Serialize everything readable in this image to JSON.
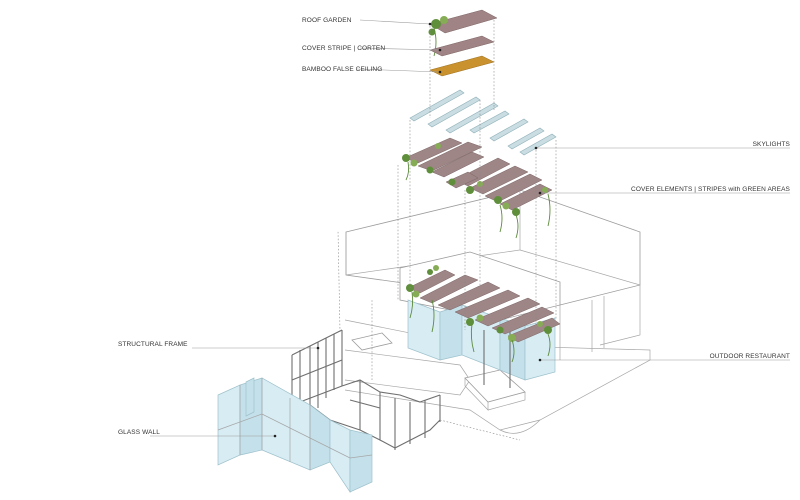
{
  "labels": {
    "roof_garden": "ROOF GARDEN",
    "cover_stripe": "COVER STRIPE | CORTEN",
    "bamboo_ceiling": "BAMBOO FALSE CEILING",
    "skylights": "SKYLIGHTS",
    "cover_elements": "COVER  ELEMENTS | STRIPES with GREEN AREAS",
    "structural_frame": "STRUCTURAL FRAME",
    "outdoor_restaurant": "OUTDOOR RESTAURANT",
    "glass_wall": "GLASS WALL"
  },
  "colors": {
    "corten": "#9e8586",
    "bamboo": "#c9922f",
    "glass": "#d7ecf3",
    "vegetation": "#5f8f3a",
    "skylight": "#c9dde2"
  }
}
